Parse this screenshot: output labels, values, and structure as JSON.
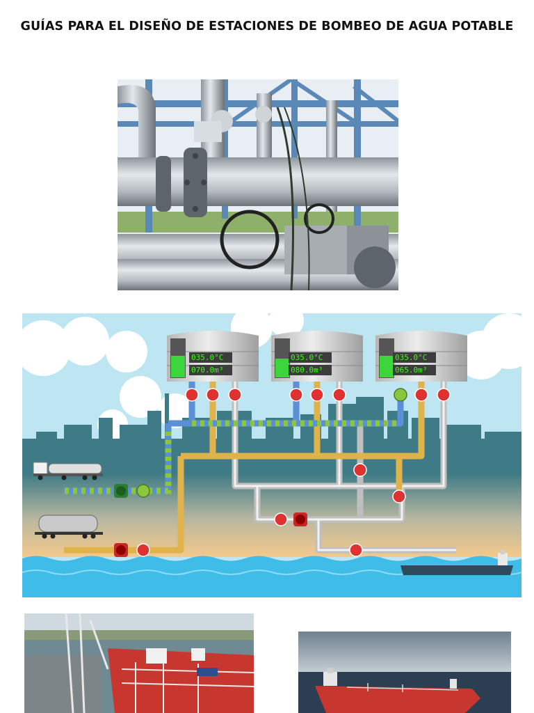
{
  "document": {
    "title": "GUÍAS PARA EL DISEÑO DE ESTACIONES DE BOMBEO DE AGUA POTABLE"
  },
  "tanks": [
    {
      "temperature": "035.0",
      "temp_unit": "°C",
      "volume": "070.0",
      "vol_unit": "m³",
      "level": 0.55
    },
    {
      "temperature": "035.0",
      "temp_unit": "°C",
      "volume": "080.0",
      "vol_unit": "m³",
      "level": 0.48
    },
    {
      "temperature": "035.0",
      "temp_unit": "°C",
      "volume": "065.0",
      "vol_unit": "m³",
      "level": 0.55
    }
  ],
  "colors": {
    "sky": "#bde6f2",
    "city": "#3e7b86",
    "sand": "#f4c98c",
    "sea": "#3fbde8",
    "pipe_blue": "#5b8fd6",
    "pipe_yellow": "#e0b24a",
    "pipe_gray": "#d9d9d9",
    "valve_red": "#e03131",
    "valve_green": "#8cc63f",
    "lcd_green": "#39ff14"
  }
}
